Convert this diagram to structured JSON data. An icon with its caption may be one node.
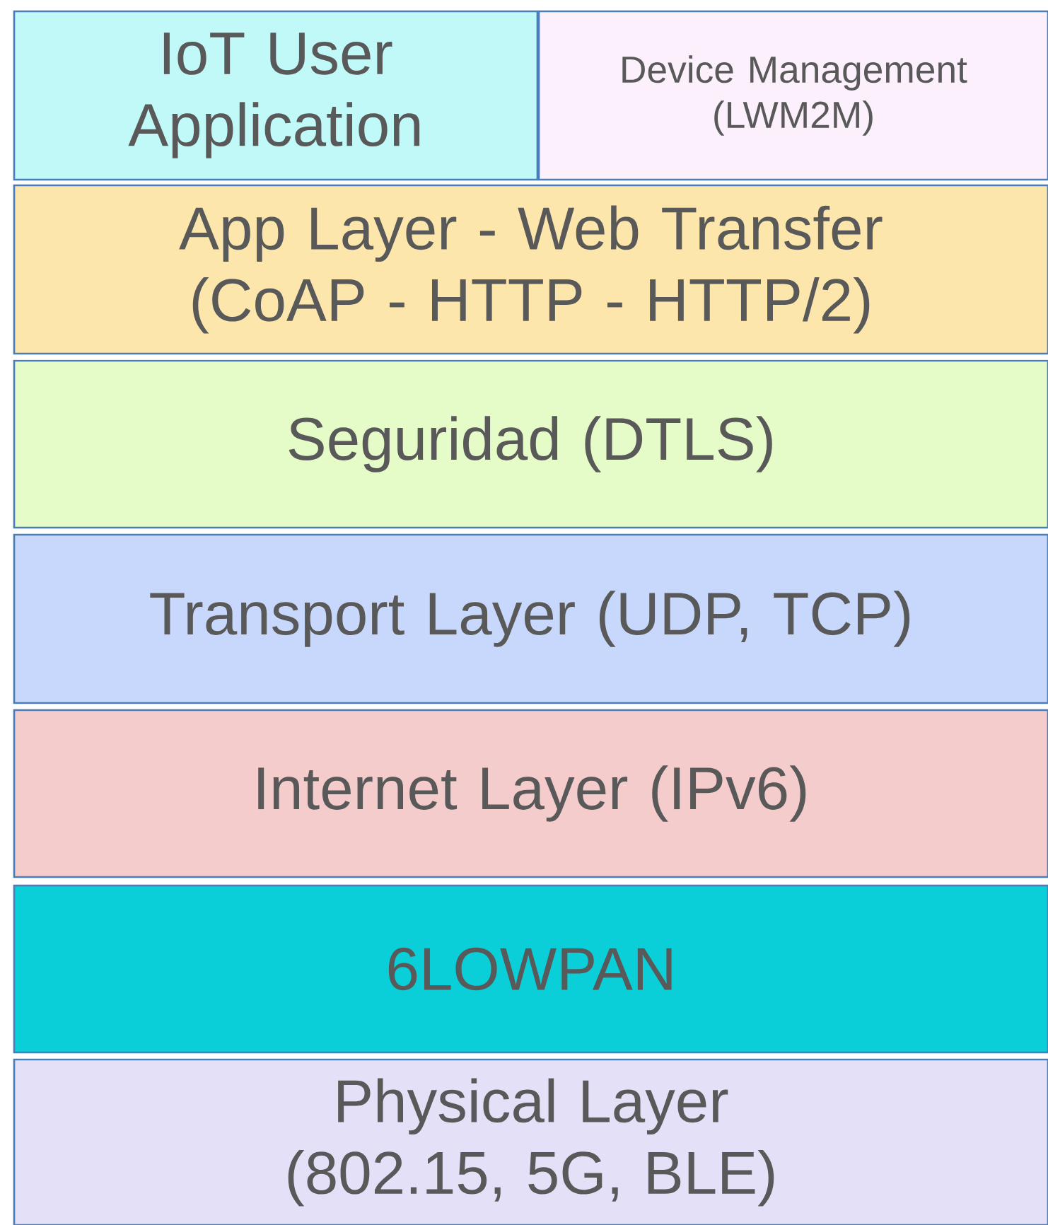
{
  "diagram": {
    "nodes": [
      {
        "text": [
          "IoT User Application"
        ]
      },
      {
        "text": [
          "Device Management (LWM2M)"
        ]
      },
      {
        "text": [
          "App Layer - Web Transfer (CoAP - HTTP - HTTP/2)"
        ]
      },
      {
        "text": [
          "Seguridad (DTLS)"
        ]
      },
      {
        "text": [
          "Transport Layer (UDP, TCP)"
        ]
      },
      {
        "text": [
          "Internet Layer (IPv6)"
        ]
      },
      {
        "text": [
          "6LOWPAN"
        ]
      },
      {
        "text": [
          "Physical Layer (802.15, 5G, BLE)"
        ]
      }
    ]
  }
}
